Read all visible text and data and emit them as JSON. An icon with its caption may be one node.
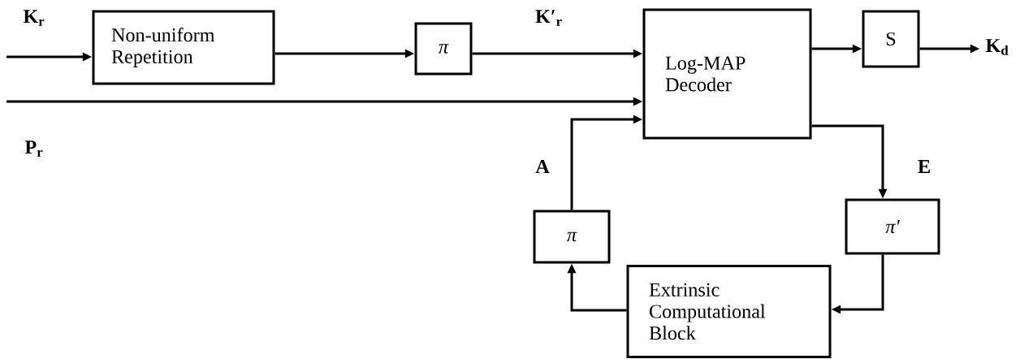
{
  "diagram": {
    "nodes": [
      {
        "text": [
          "Non-uniform Repetition"
        ]
      },
      {
        "text": [
          "π"
        ]
      },
      {
        "text": [
          "Log-MAP Decoder"
        ]
      },
      {
        "text": [
          "S"
        ]
      },
      {
        "text": [
          "π′"
        ]
      },
      {
        "text": [
          "π"
        ]
      },
      {
        "text": [
          "Extrinsic Computational Block"
        ]
      },
      {
        "text": [
          "K$_{d}$"
        ]
      }
    ],
    "edges": [
      {
        "from": null,
        "to": 0,
        "arrow": "to"
      },
      {
        "from": 0,
        "to": 1,
        "arrow": "to"
      },
      {
        "from": 1,
        "to": 2,
        "arrow": "to"
      },
      {
        "from": null,
        "to": 2,
        "arrow": "to"
      },
      {
        "from": 5,
        "to": 2,
        "arrow": "to"
      },
      {
        "from": 2,
        "to": 3,
        "arrow": "to"
      },
      {
        "from": 3,
        "to": 7,
        "arrow": "to"
      },
      {
        "from": 2,
        "to": 4,
        "arrow": "to"
      },
      {
        "from": 4,
        "to": 6,
        "arrow": "to"
      },
      {
        "from": 6,
        "to": 5,
        "arrow": "to"
      }
    ],
    "labels": [
      "K$_{r}$",
      "K′$_{r}$",
      "P$_{r}$",
      "A",
      "E"
    ]
  }
}
